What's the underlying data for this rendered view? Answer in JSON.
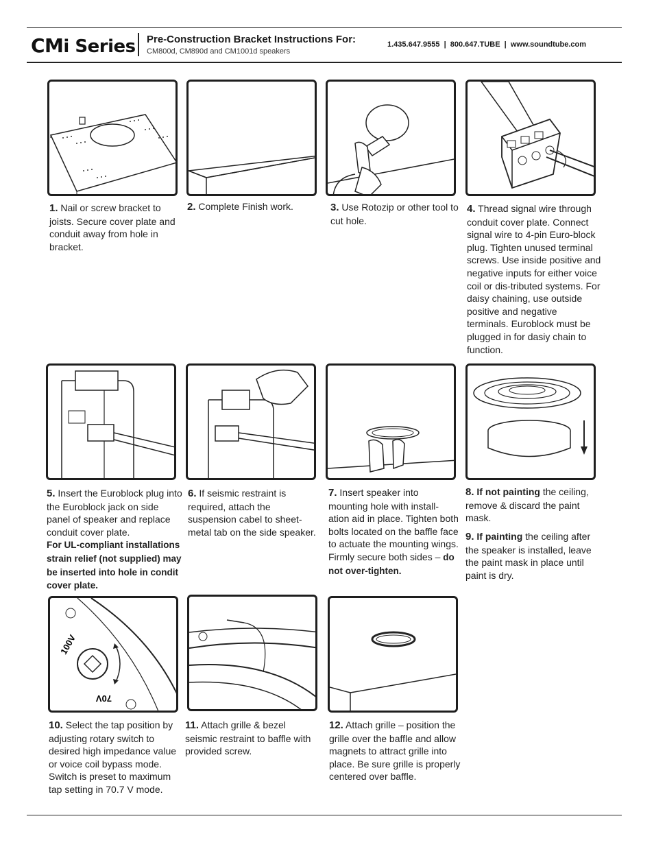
{
  "header": {
    "brand_cm": "CM",
    "brand_i": "i",
    "brand_series": " Series",
    "title": "Pre-Construction Bracket Instructions For:",
    "models": "CM800d, CM890d and CM1001d speakers",
    "contact": "1.435.647.9555  |  800.647.TUBE  |  www.soundtube.com"
  },
  "steps": [
    {
      "num": "1.",
      "text": " Nail or screw bracket to joists. Secure cover plate and conduit away from hole in bracket."
    },
    {
      "num": "2.",
      "text": " Complete Finish work."
    },
    {
      "num": "3.",
      "text": " Use Rotozip or other tool to cut hole."
    },
    {
      "num": "4.",
      "text": " Thread signal wire through conduit cover plate. Connect signal wire to 4-pin Euro-block plug. Tighten unused terminal screws. Use inside positive and negative inputs for either voice coil or dis-tributed systems. For daisy chaining, use outside positive and negative terminals. Euroblock must be plugged in for dasiy chain to function."
    },
    {
      "num": "5.",
      "text": " Insert the Euroblock plug into the Euroblock jack on side panel of speaker and replace conduit cover plate.",
      "bold_text": "For UL-compliant installations strain relief (not supplied) may be inserted into hole in condit cover plate."
    },
    {
      "num": "6.",
      "text": " If seismic restraint is required, attach the suspension cabel to sheet-metal tab on the side speaker."
    },
    {
      "num": "7.",
      "text": " Insert speaker into mounting hole with install-ation aid in place. Tighten both bolts located on the baffle face to actuate the mounting wings. Firmly secure both sides – ",
      "bold_text": "do not over-tighten."
    },
    {
      "num": "8.",
      "bold_lead": " If not painting",
      "text": " the ceiling, remove & discard the paint mask."
    },
    {
      "num": "9.",
      "bold_lead": " If painting",
      "text": " the ceiling after the speaker is installed, leave the paint mask in place until paint is dry."
    },
    {
      "num": "10.",
      "text": " Select the tap position by adjusting rotary switch to desired high impedance value or voice coil bypass mode. Switch is preset to maximum tap setting in 70.7 V mode."
    },
    {
      "num": "11.",
      "text": " Attach grille & bezel seismic restraint to baffle with provided screw."
    },
    {
      "num": "12.",
      "text": " Attach grille – position the grille over the baffle and allow magnets to attract grille into place.  Be sure grille is properly centered over baffle."
    }
  ],
  "illustration_labels": {
    "tap_100v": "100V",
    "tap_70v": "70V"
  }
}
